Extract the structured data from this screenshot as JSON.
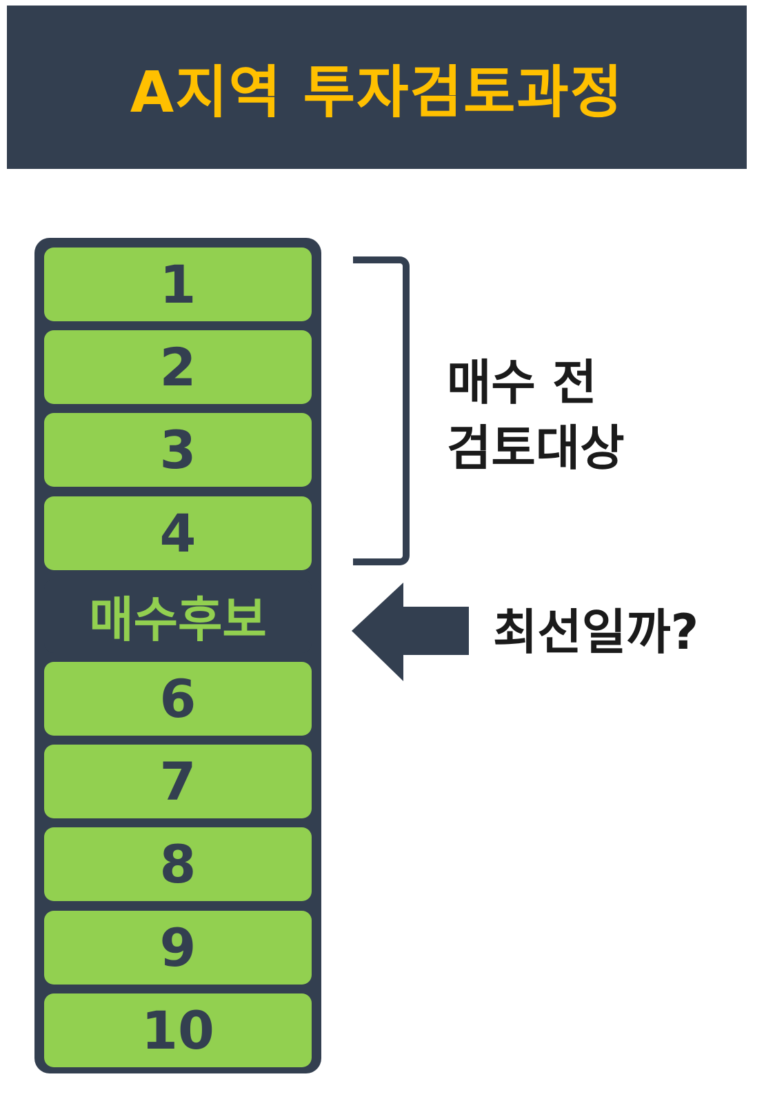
{
  "header": {
    "title": "A지역 투자검토과정"
  },
  "stack": {
    "items": [
      {
        "label": "1",
        "highlight": false
      },
      {
        "label": "2",
        "highlight": false
      },
      {
        "label": "3",
        "highlight": false
      },
      {
        "label": "4",
        "highlight": false
      },
      {
        "label": "매수후보",
        "highlight": true
      },
      {
        "label": "6",
        "highlight": false
      },
      {
        "label": "7",
        "highlight": false
      },
      {
        "label": "8",
        "highlight": false
      },
      {
        "label": "9",
        "highlight": false
      },
      {
        "label": "10",
        "highlight": false
      }
    ]
  },
  "bracket": {
    "line1": "매수 전",
    "line2": "검토대상"
  },
  "arrow": {
    "text": "최선일까?"
  },
  "colors": {
    "navy": "#333f50",
    "green": "#92d050",
    "yellow": "#ffc000"
  }
}
